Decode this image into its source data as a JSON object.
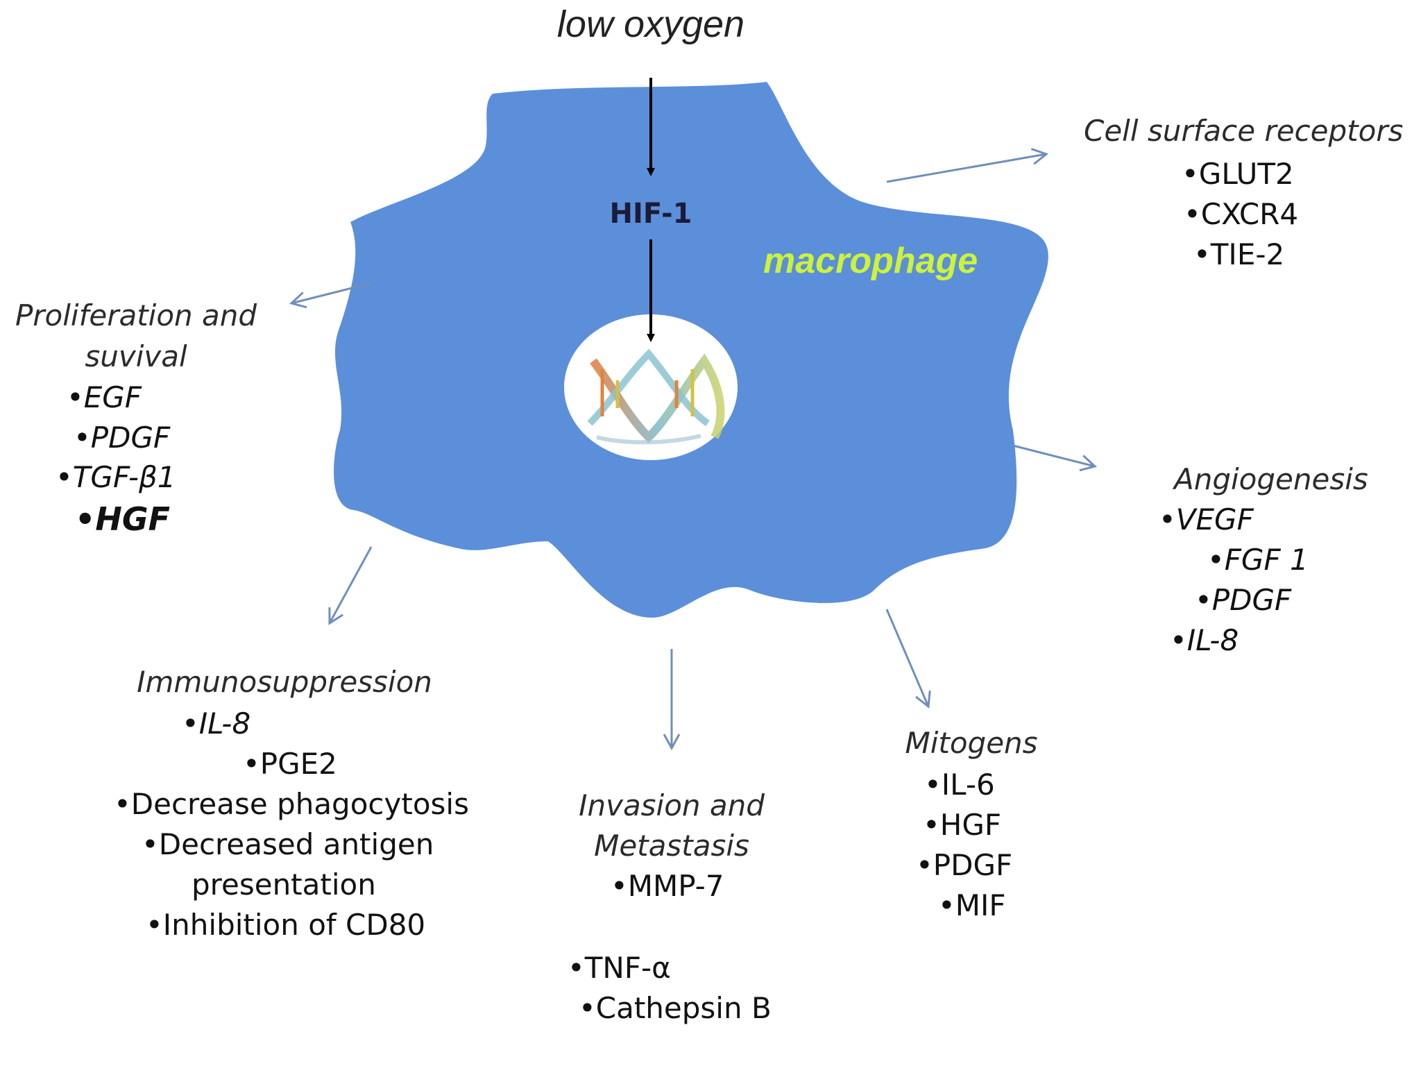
{
  "title": "low oxygen",
  "hif": "HIF-1",
  "cell_label": "macrophage",
  "colors": {
    "cell_fill": "#5b8fd9",
    "cell_label": "#ccf23c",
    "outer_arrow": "#6f8fb8",
    "inner_arrow": "#000000",
    "nucleus": "#ffffff"
  },
  "icons": {
    "nucleus": "dna-icon"
  },
  "groups": {
    "surface": {
      "heading": "Cell surface receptors",
      "items": [
        "•GLUT2",
        "•CXCR4",
        "•TIE-2"
      ]
    },
    "prolif": {
      "heading_lines": [
        "Proliferation and",
        "suvival"
      ],
      "items": [
        "•EGF",
        "•PDGF",
        "•TGF-β1",
        "•HGF"
      ]
    },
    "angio": {
      "heading": "Angiogenesis",
      "items": [
        "•VEGF",
        "•FGF 1",
        "•PDGF",
        "•IL-8"
      ]
    },
    "immuno": {
      "heading": "Immunosuppression",
      "items": [
        "•IL-8",
        "•PGE2",
        "•Decrease phagocytosis",
        "•Decreased  antigen",
        "presentation",
        "•Inhibition of CD80"
      ]
    },
    "invasion": {
      "heading_lines": [
        "Invasion and",
        "Metastasis"
      ],
      "items": [
        "•MMP-7",
        "•TNF-α",
        "•Cathepsin B"
      ]
    },
    "mitogens": {
      "heading": "Mitogens",
      "items": [
        "•IL-6",
        "•HGF",
        "•PDGF",
        "•MIF"
      ]
    }
  }
}
